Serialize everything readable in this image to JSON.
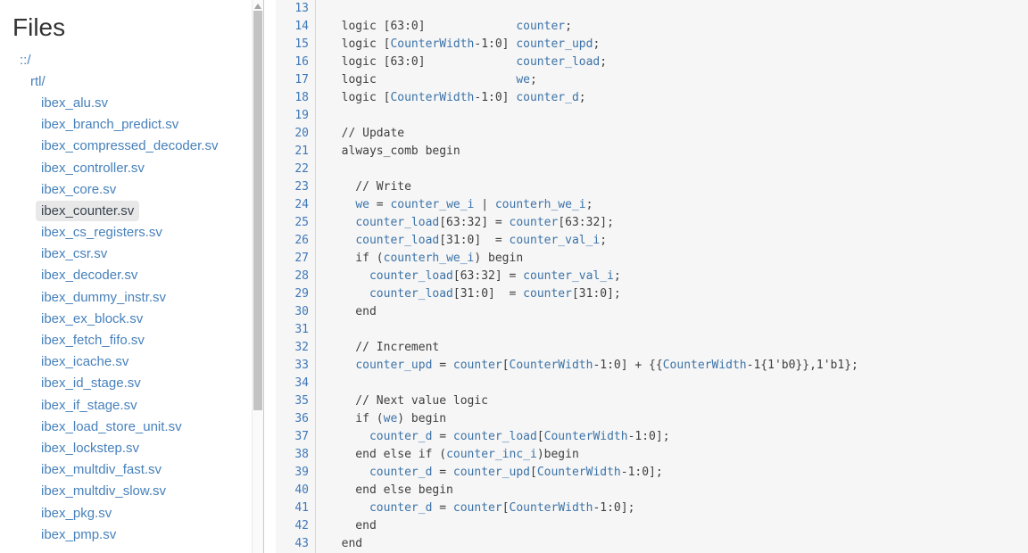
{
  "colors": {
    "sidebar_link": "#4781bb",
    "code_link": "#3c73a8",
    "line_number": "#4079b8",
    "code_text": "#3f3f3f",
    "code_bg": "#f6f6f6",
    "selected_bg": "#e8e8e8",
    "selected_text": "#3a4550",
    "heading": "#333333",
    "divider": "#d6d6d6",
    "track": "#fafafa",
    "thumb": "#c3c3c3"
  },
  "sidebar": {
    "title": "Files",
    "tree": [
      {
        "label": "::/",
        "depth": 0,
        "type": "dir",
        "selected": false
      },
      {
        "label": "rtl/",
        "depth": 1,
        "type": "dir",
        "selected": false
      },
      {
        "label": "ibex_alu.sv",
        "depth": 2,
        "type": "file",
        "selected": false
      },
      {
        "label": "ibex_branch_predict.sv",
        "depth": 2,
        "type": "file",
        "selected": false
      },
      {
        "label": "ibex_compressed_decoder.sv",
        "depth": 2,
        "type": "file",
        "selected": false
      },
      {
        "label": "ibex_controller.sv",
        "depth": 2,
        "type": "file",
        "selected": false
      },
      {
        "label": "ibex_core.sv",
        "depth": 2,
        "type": "file",
        "selected": false
      },
      {
        "label": "ibex_counter.sv",
        "depth": 2,
        "type": "file",
        "selected": true
      },
      {
        "label": "ibex_cs_registers.sv",
        "depth": 2,
        "type": "file",
        "selected": false
      },
      {
        "label": "ibex_csr.sv",
        "depth": 2,
        "type": "file",
        "selected": false
      },
      {
        "label": "ibex_decoder.sv",
        "depth": 2,
        "type": "file",
        "selected": false
      },
      {
        "label": "ibex_dummy_instr.sv",
        "depth": 2,
        "type": "file",
        "selected": false
      },
      {
        "label": "ibex_ex_block.sv",
        "depth": 2,
        "type": "file",
        "selected": false
      },
      {
        "label": "ibex_fetch_fifo.sv",
        "depth": 2,
        "type": "file",
        "selected": false
      },
      {
        "label": "ibex_icache.sv",
        "depth": 2,
        "type": "file",
        "selected": false
      },
      {
        "label": "ibex_id_stage.sv",
        "depth": 2,
        "type": "file",
        "selected": false
      },
      {
        "label": "ibex_if_stage.sv",
        "depth": 2,
        "type": "file",
        "selected": false
      },
      {
        "label": "ibex_load_store_unit.sv",
        "depth": 2,
        "type": "file",
        "selected": false
      },
      {
        "label": "ibex_lockstep.sv",
        "depth": 2,
        "type": "file",
        "selected": false
      },
      {
        "label": "ibex_multdiv_fast.sv",
        "depth": 2,
        "type": "file",
        "selected": false
      },
      {
        "label": "ibex_multdiv_slow.sv",
        "depth": 2,
        "type": "file",
        "selected": false
      },
      {
        "label": "ibex_pkg.sv",
        "depth": 2,
        "type": "file",
        "selected": false
      },
      {
        "label": "ibex_pmp.sv",
        "depth": 2,
        "type": "file",
        "selected": false
      }
    ]
  },
  "code": {
    "lines": [
      {
        "n": 13,
        "seg": []
      },
      {
        "n": 14,
        "seg": [
          [
            "p",
            "  logic [63:0]             "
          ],
          [
            "id",
            "counter"
          ],
          [
            "p",
            ";"
          ]
        ]
      },
      {
        "n": 15,
        "seg": [
          [
            "p",
            "  logic ["
          ],
          [
            "id",
            "CounterWidth"
          ],
          [
            "p",
            "-1:0] "
          ],
          [
            "id",
            "counter_upd"
          ],
          [
            "p",
            ";"
          ]
        ]
      },
      {
        "n": 16,
        "seg": [
          [
            "p",
            "  logic [63:0]             "
          ],
          [
            "id",
            "counter_load"
          ],
          [
            "p",
            ";"
          ]
        ]
      },
      {
        "n": 17,
        "seg": [
          [
            "p",
            "  logic                    "
          ],
          [
            "id",
            "we"
          ],
          [
            "p",
            ";"
          ]
        ]
      },
      {
        "n": 18,
        "seg": [
          [
            "p",
            "  logic ["
          ],
          [
            "id",
            "CounterWidth"
          ],
          [
            "p",
            "-1:0] "
          ],
          [
            "id",
            "counter_d"
          ],
          [
            "p",
            ";"
          ]
        ]
      },
      {
        "n": 19,
        "seg": []
      },
      {
        "n": 20,
        "seg": [
          [
            "p",
            "  // Update"
          ]
        ]
      },
      {
        "n": 21,
        "seg": [
          [
            "p",
            "  always_comb begin"
          ]
        ]
      },
      {
        "n": 22,
        "seg": []
      },
      {
        "n": 23,
        "seg": [
          [
            "p",
            "    // Write"
          ]
        ]
      },
      {
        "n": 24,
        "seg": [
          [
            "p",
            "    "
          ],
          [
            "id",
            "we"
          ],
          [
            "p",
            " = "
          ],
          [
            "id",
            "counter_we_i"
          ],
          [
            "p",
            " | "
          ],
          [
            "id",
            "counterh_we_i"
          ],
          [
            "p",
            ";"
          ]
        ]
      },
      {
        "n": 25,
        "seg": [
          [
            "p",
            "    "
          ],
          [
            "id",
            "counter_load"
          ],
          [
            "p",
            "[63:32] = "
          ],
          [
            "id",
            "counter"
          ],
          [
            "p",
            "[63:32];"
          ]
        ]
      },
      {
        "n": 26,
        "seg": [
          [
            "p",
            "    "
          ],
          [
            "id",
            "counter_load"
          ],
          [
            "p",
            "[31:0]  = "
          ],
          [
            "id",
            "counter_val_i"
          ],
          [
            "p",
            ";"
          ]
        ]
      },
      {
        "n": 27,
        "seg": [
          [
            "p",
            "    if ("
          ],
          [
            "id",
            "counterh_we_i"
          ],
          [
            "p",
            ") begin"
          ]
        ]
      },
      {
        "n": 28,
        "seg": [
          [
            "p",
            "      "
          ],
          [
            "id",
            "counter_load"
          ],
          [
            "p",
            "[63:32] = "
          ],
          [
            "id",
            "counter_val_i"
          ],
          [
            "p",
            ";"
          ]
        ]
      },
      {
        "n": 29,
        "seg": [
          [
            "p",
            "      "
          ],
          [
            "id",
            "counter_load"
          ],
          [
            "p",
            "[31:0]  = "
          ],
          [
            "id",
            "counter"
          ],
          [
            "p",
            "[31:0];"
          ]
        ]
      },
      {
        "n": 30,
        "seg": [
          [
            "p",
            "    end"
          ]
        ]
      },
      {
        "n": 31,
        "seg": []
      },
      {
        "n": 32,
        "seg": [
          [
            "p",
            "    // Increment"
          ]
        ]
      },
      {
        "n": 33,
        "seg": [
          [
            "p",
            "    "
          ],
          [
            "id",
            "counter_upd"
          ],
          [
            "p",
            " = "
          ],
          [
            "id",
            "counter"
          ],
          [
            "p",
            "["
          ],
          [
            "id",
            "CounterWidth"
          ],
          [
            "p",
            "-1:0] + {{"
          ],
          [
            "id",
            "CounterWidth"
          ],
          [
            "p",
            "-1{1'b0}},1'b1};"
          ]
        ]
      },
      {
        "n": 34,
        "seg": []
      },
      {
        "n": 35,
        "seg": [
          [
            "p",
            "    // Next value logic"
          ]
        ]
      },
      {
        "n": 36,
        "seg": [
          [
            "p",
            "    if ("
          ],
          [
            "id",
            "we"
          ],
          [
            "p",
            ") begin"
          ]
        ]
      },
      {
        "n": 37,
        "seg": [
          [
            "p",
            "      "
          ],
          [
            "id",
            "counter_d"
          ],
          [
            "p",
            " = "
          ],
          [
            "id",
            "counter_load"
          ],
          [
            "p",
            "["
          ],
          [
            "id",
            "CounterWidth"
          ],
          [
            "p",
            "-1:0];"
          ]
        ]
      },
      {
        "n": 38,
        "seg": [
          [
            "p",
            "    end else if ("
          ],
          [
            "id",
            "counter_inc_i"
          ],
          [
            "p",
            ")begin"
          ]
        ]
      },
      {
        "n": 39,
        "seg": [
          [
            "p",
            "      "
          ],
          [
            "id",
            "counter_d"
          ],
          [
            "p",
            " = "
          ],
          [
            "id",
            "counter_upd"
          ],
          [
            "p",
            "["
          ],
          [
            "id",
            "CounterWidth"
          ],
          [
            "p",
            "-1:0];"
          ]
        ]
      },
      {
        "n": 40,
        "seg": [
          [
            "p",
            "    end else begin"
          ]
        ]
      },
      {
        "n": 41,
        "seg": [
          [
            "p",
            "      "
          ],
          [
            "id",
            "counter_d"
          ],
          [
            "p",
            " = "
          ],
          [
            "id",
            "counter"
          ],
          [
            "p",
            "["
          ],
          [
            "id",
            "CounterWidth"
          ],
          [
            "p",
            "-1:0];"
          ]
        ]
      },
      {
        "n": 42,
        "seg": [
          [
            "p",
            "    end"
          ]
        ]
      },
      {
        "n": 43,
        "seg": [
          [
            "p",
            "  end"
          ]
        ]
      }
    ]
  }
}
